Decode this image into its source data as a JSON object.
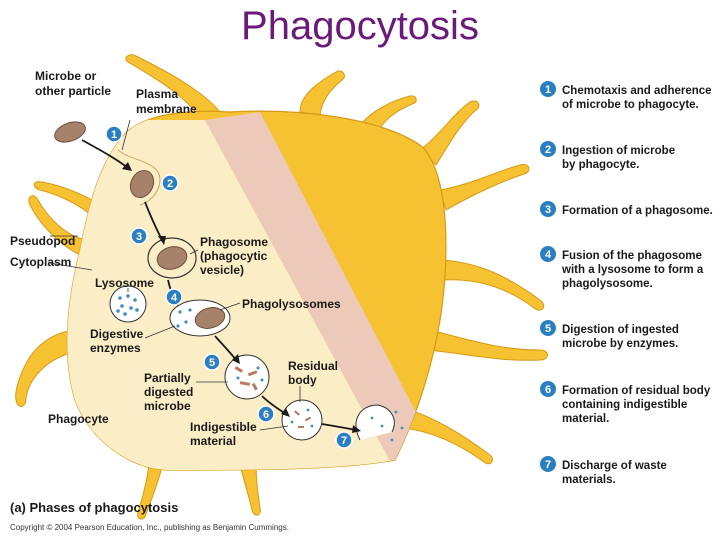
{
  "title": "Phagocytosis",
  "colors": {
    "title": "#6a1b7a",
    "cell_outer": "#f7c232",
    "cell_inner": "#fbeec6",
    "cell_shade": "#ecc9b8",
    "step_badge": "#2a7fc0",
    "microbe": "#a7826b",
    "enzyme_dots": "#3a8fc4"
  },
  "labels": {
    "microbe_or_other_particle_1": "Microbe or",
    "microbe_or_other_particle_2": "other particle",
    "plasma_membrane_1": "Plasma",
    "plasma_membrane_2": "membrane",
    "pseudopod": "Pseudopod",
    "cytoplasm": "Cytoplasm",
    "lysosome": "Lysosome",
    "digestive_enzymes_1": "Digestive",
    "digestive_enzymes_2": "enzymes",
    "phagosome_1": "Phagosome",
    "phagosome_2": "(phagocytic",
    "phagosome_3": "vesicle)",
    "phagolysosomes": "Phagolysosomes",
    "partially_digested_1": "Partially",
    "partially_digested_2": "digested",
    "partially_digested_3": "microbe",
    "residual_body_1": "Residual",
    "residual_body_2": "body",
    "indigestible_1": "Indigestible",
    "indigestible_2": "material",
    "phagocyte": "Phagocyte"
  },
  "diagram_steps": [
    "1",
    "2",
    "3",
    "4",
    "5",
    "6",
    "7"
  ],
  "steps": [
    {
      "num": "1",
      "line1": "Chemotaxis and adherence",
      "line2": "of microbe to phagocyte.",
      "line3": ""
    },
    {
      "num": "2",
      "line1": "Ingestion of microbe",
      "line2": "by phagocyte.",
      "line3": ""
    },
    {
      "num": "3",
      "line1": "Formation of a phagosome.",
      "line2": "",
      "line3": ""
    },
    {
      "num": "4",
      "line1": "Fusion of the phagosome",
      "line2": "with a lysosome to form a",
      "line3": "phagolysosome."
    },
    {
      "num": "5",
      "line1": "Digestion of ingested",
      "line2": "microbe by enzymes.",
      "line3": ""
    },
    {
      "num": "6",
      "line1": "Formation of residual body",
      "line2": "containing indigestible",
      "line3": "material."
    },
    {
      "num": "7",
      "line1": "Discharge of waste",
      "line2": "materials.",
      "line3": ""
    }
  ],
  "caption": "(a) Phases of phagocytosis",
  "copyright": "Copyright © 2004 Pearson Education, Inc., publishing as Benjamin Cummings."
}
